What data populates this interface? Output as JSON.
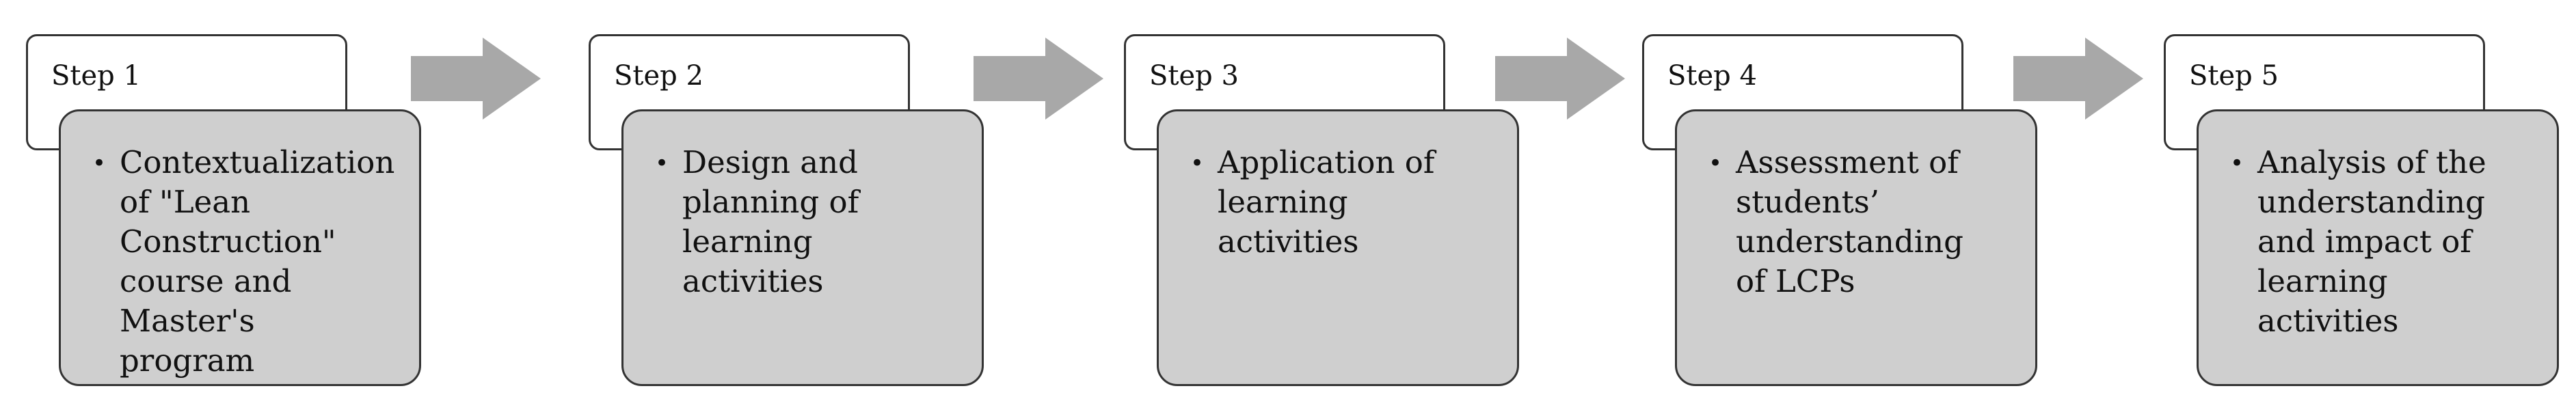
{
  "diagram": {
    "steps": [
      {
        "label": "Step 1",
        "text": "Contextualization\nof \"Lean\nConstruction\"\ncourse and Master's\nprogram"
      },
      {
        "label": "Step 2",
        "text": "Design and\nplanning of\nlearning\nactivities"
      },
      {
        "label": "Step 3",
        "text": "Application of\nlearning\nactivities"
      },
      {
        "label": "Step 4",
        "text": "Assessment of\nstudents’\nunderstanding\nof LCPs"
      },
      {
        "label": "Step 5",
        "text": "Analysis of the\nunderstanding\nand impact of\nlearning\nactivities"
      }
    ],
    "bullet_symbol": "•",
    "arrow_icon": "arrow-right-icon",
    "colors": {
      "step_body_fill": "#cfcfcf",
      "border": "#333333",
      "arrow": "#a8a8a8",
      "label_box_fill": "#ffffff"
    }
  }
}
